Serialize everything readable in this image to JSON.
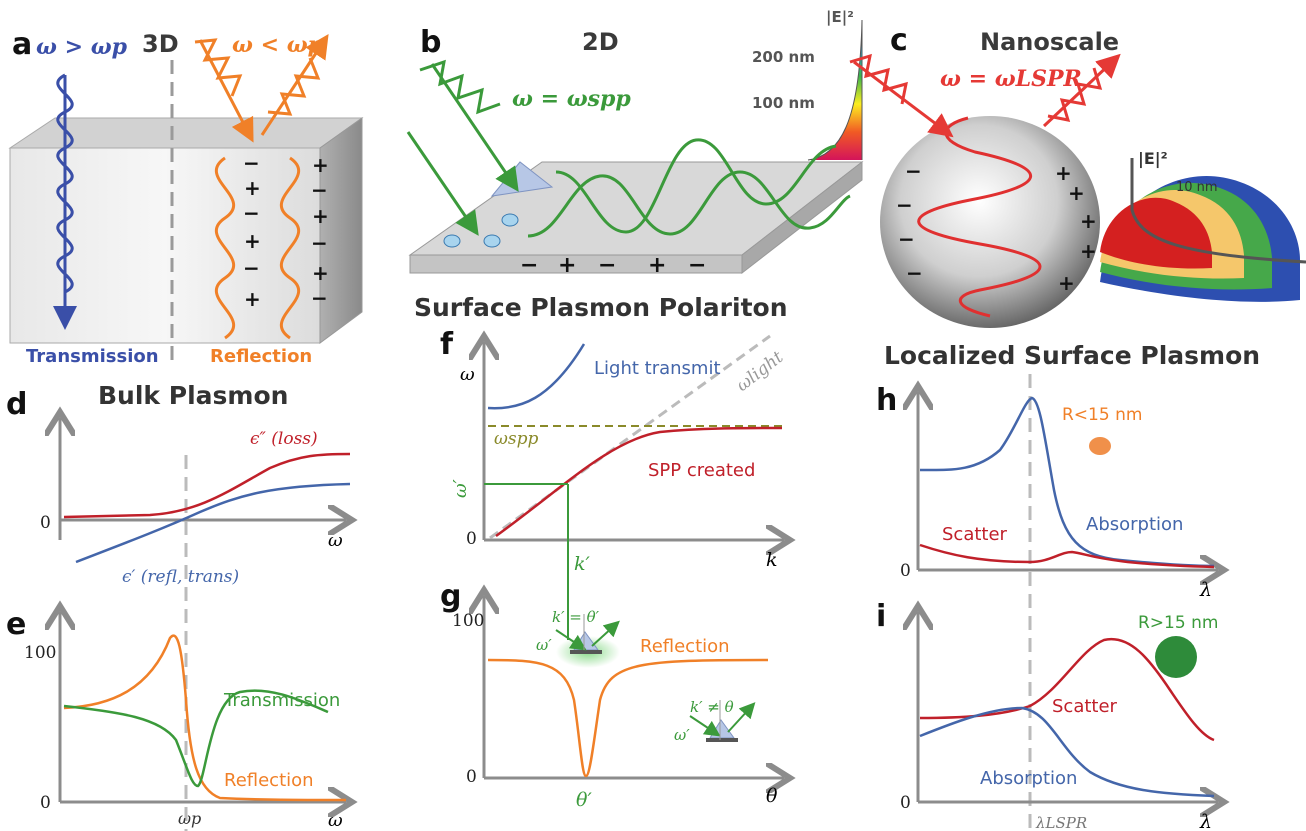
{
  "panels": {
    "a": {
      "letter": "a",
      "title": "3D",
      "omega_gt": "ω > ωp",
      "omega_lt": "ω < ωp",
      "transmission": "Transmission",
      "reflection": "Reflection"
    },
    "b": {
      "letter": "b",
      "title": "2D",
      "omega_spp": "ω = ωspp",
      "field_label": "|E|²",
      "tick_200": "200 nm",
      "tick_100": "100 nm"
    },
    "c": {
      "letter": "c",
      "title": "Nanoscale",
      "omega_lspr": "ω = ωLSPR",
      "field_label": "|E|²",
      "tick_10": "10 nm"
    },
    "section_titles": {
      "bulk": "Bulk Plasmon",
      "spp": "Surface Plasmon Polariton",
      "lsp": "Localized Surface Plasmon"
    },
    "d": {
      "letter": "d",
      "loss": "ϵ″ (loss)",
      "refl_trans": "ϵ′ (refl, trans)",
      "zero": "0",
      "xlabel": "ω"
    },
    "e": {
      "letter": "e",
      "hundred": "100",
      "zero": "0",
      "transmission": "Transmission",
      "reflection": "Reflection",
      "omega_p": "ωp",
      "xlabel": "ω"
    },
    "f": {
      "letter": "f",
      "ylabel": "ω",
      "light_transmit": "Light transmit",
      "omega_light": "ωlight",
      "omega_spp": "ωspp",
      "omega_prime": "ω′",
      "spp_created": "SPP created",
      "zero": "0",
      "k_prime": "k′",
      "xlabel": "k"
    },
    "g": {
      "letter": "g",
      "hundred": "100",
      "zero": "0",
      "reflection": "Reflection",
      "k_eq": "k′ = θ′",
      "k_neq": "k′ ≠ θ",
      "omega_prime": "ω′",
      "theta_prime": "θ′",
      "xlabel": "θ"
    },
    "h": {
      "letter": "h",
      "r_small": "R<15 nm",
      "scatter": "Scatter",
      "absorption": "Absorption",
      "zero": "0",
      "xlabel": "λ"
    },
    "i": {
      "letter": "i",
      "r_large": "R>15 nm",
      "scatter": "Scatter",
      "absorption": "Absorption",
      "zero": "0",
      "xlabel": "λ",
      "lambda_lspr": "λLSPR"
    }
  },
  "colors": {
    "blue": "#3a4fa8",
    "orange": "#f08028",
    "green": "#3b9a3b",
    "red": "#c62828",
    "grey_axis": "#8c8c8c",
    "curve_blue": "#4466aa",
    "curve_red": "#c0202a"
  }
}
